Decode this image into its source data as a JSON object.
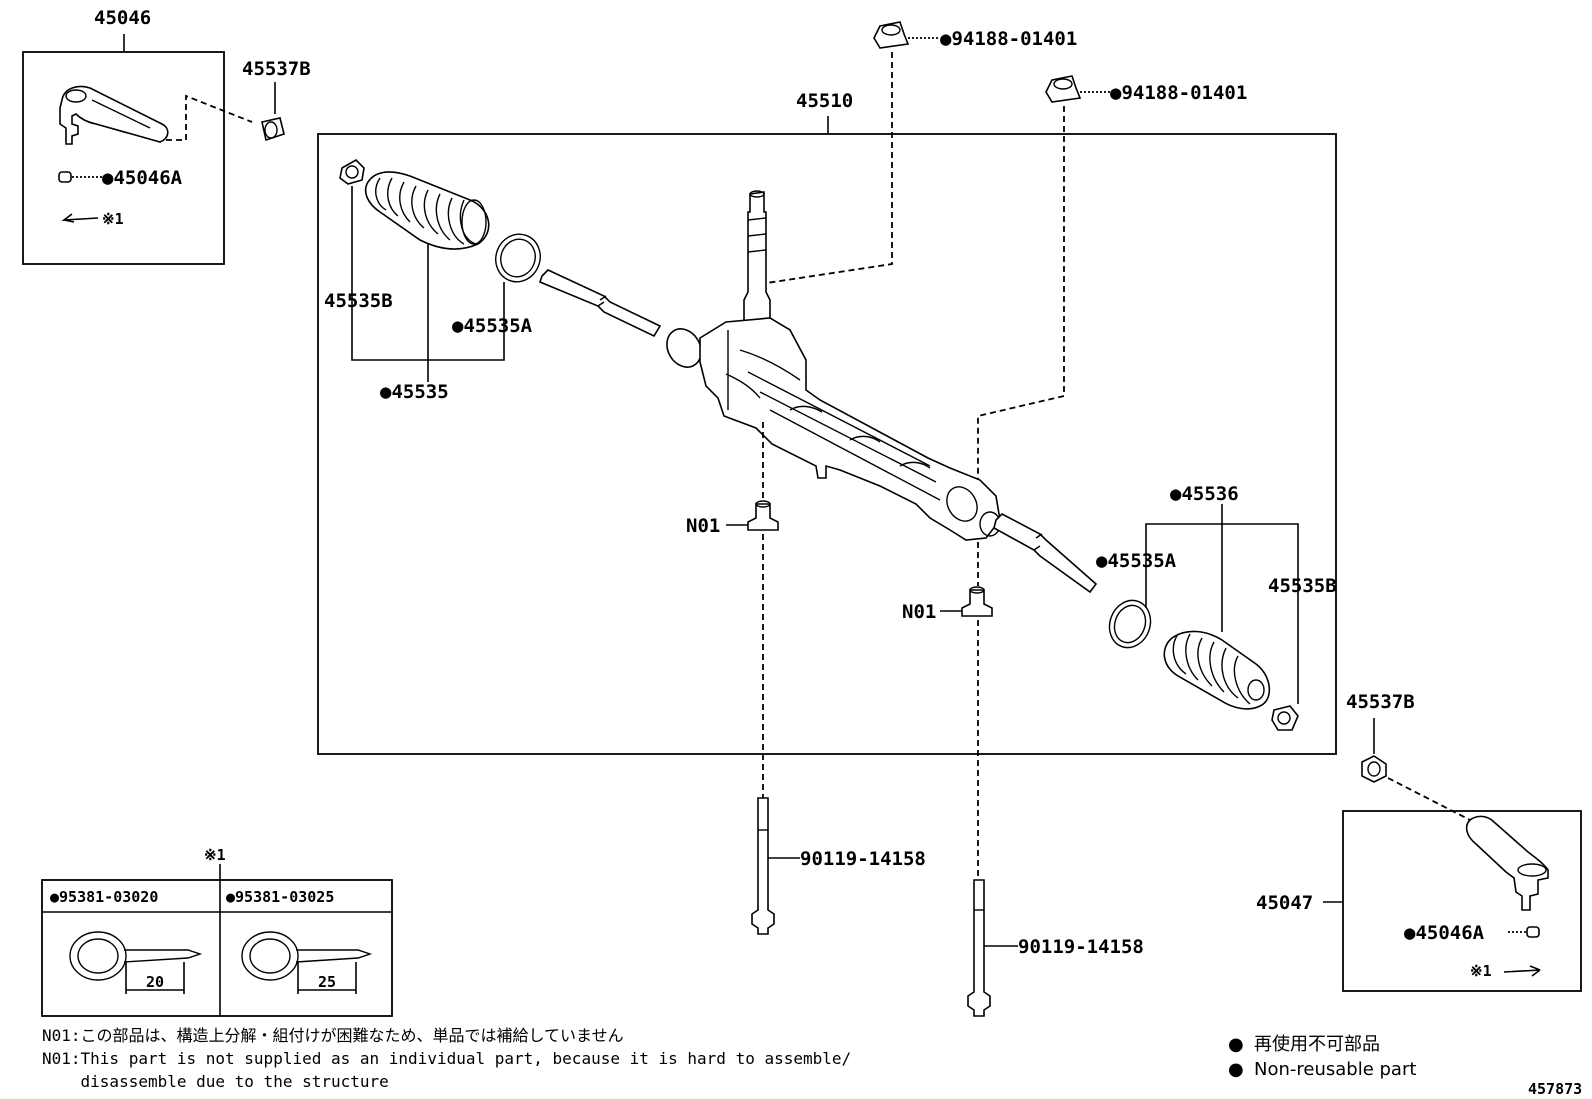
{
  "labels": {
    "p45046": "45046",
    "p45537b_left": "45537B",
    "p45046a_left": "●45046A",
    "ref1_left": "※1",
    "p94188_top": "●94188-01401",
    "p94188_mid": "●94188-01401",
    "p45510": "45510",
    "p45535b_left": "45535B",
    "p45535a_left": "●45535A",
    "p45535": "●45535",
    "n01_left": "N01",
    "n01_right": "N01",
    "p45536": "●45536",
    "p45535a_right": "●45535A",
    "p45535b_right": "45535B",
    "p45537b_right": "45537B",
    "p90119_left": "90119-14158",
    "p90119_right": "90119-14158",
    "p45047": "45047",
    "p45046a_right": "●45046A",
    "ref1_right": "※1",
    "ref1_table": "※1"
  },
  "pin_table": {
    "col1_header": "●95381-03020",
    "col2_header": "●95381-03025",
    "col1_dim": "20",
    "col2_dim": "25"
  },
  "notes": {
    "n01_jp": "N01:この部品は、構造上分解・組付けが困難なため、単品では補給していません",
    "n01_en_line1": "N01:This part is not supplied as an individual part, because it is hard to assemble/",
    "n01_en_line2": "    disassemble due to the structure"
  },
  "legend": {
    "jp": "再使用不可部品",
    "en": "Non-reusable part",
    "bullet": "●"
  },
  "diagram_id": "457873"
}
